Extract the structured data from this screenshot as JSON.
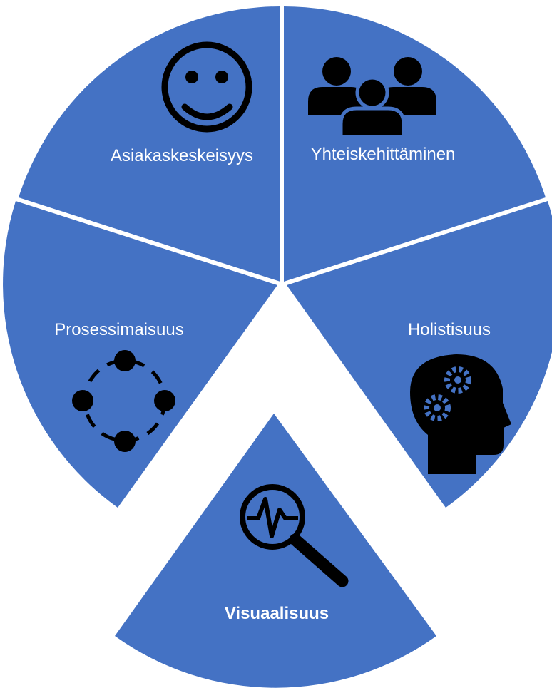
{
  "diagram": {
    "segment_color": "#4472C4",
    "icon_color": "#000000",
    "segments": [
      {
        "id": "asiakaskeskeisyys",
        "label": "Asiakaskeskeisyys",
        "icon": "smiley-face-icon",
        "bold": false
      },
      {
        "id": "yhteiskehittaminen",
        "label": "Yhteiskehittäminen",
        "icon": "group-of-people-icon",
        "bold": false
      },
      {
        "id": "holistisuus",
        "label": "Holistisuus",
        "icon": "head-with-gears-icon",
        "bold": false
      },
      {
        "id": "visuaalisuus",
        "label": "Visuaalisuus",
        "icon": "magnifier-pulse-icon",
        "bold": true
      },
      {
        "id": "prosessimaisuus",
        "label": "Prosessimaisuus",
        "icon": "cycle-nodes-icon",
        "bold": false
      }
    ]
  }
}
